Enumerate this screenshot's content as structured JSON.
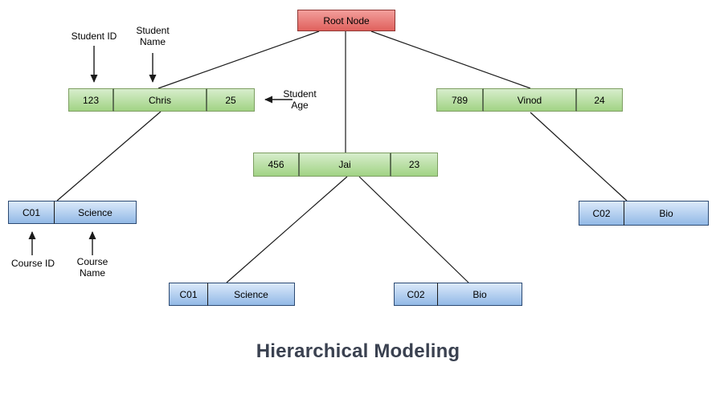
{
  "title": "Hierarchical Modeling",
  "root": {
    "label": "Root Node"
  },
  "students": [
    {
      "id": "123",
      "name": "Chris",
      "age": "25"
    },
    {
      "id": "456",
      "name": "Jai",
      "age": "23"
    },
    {
      "id": "789",
      "name": "Vinod",
      "age": "24"
    }
  ],
  "courses": [
    {
      "id": "C01",
      "name": "Science"
    },
    {
      "id": "C01",
      "name": "Science"
    },
    {
      "id": "C02",
      "name": "Bio"
    },
    {
      "id": "C02",
      "name": "Bio"
    }
  ],
  "annotations": {
    "student_id": "Student ID",
    "student_name": "Student\nName",
    "student_age": "Student\nAge",
    "course_id": "Course ID",
    "course_name": "Course\nName"
  },
  "colors": {
    "root_fill": "#e0615d",
    "root_border": "#8f3734",
    "student_fill": "#a1d384",
    "student_border": "#7d9e61",
    "course_fill": "#92b9e6",
    "course_border": "#2c4a73",
    "line": "#1a1a1a",
    "title_text": "#3a4150"
  }
}
